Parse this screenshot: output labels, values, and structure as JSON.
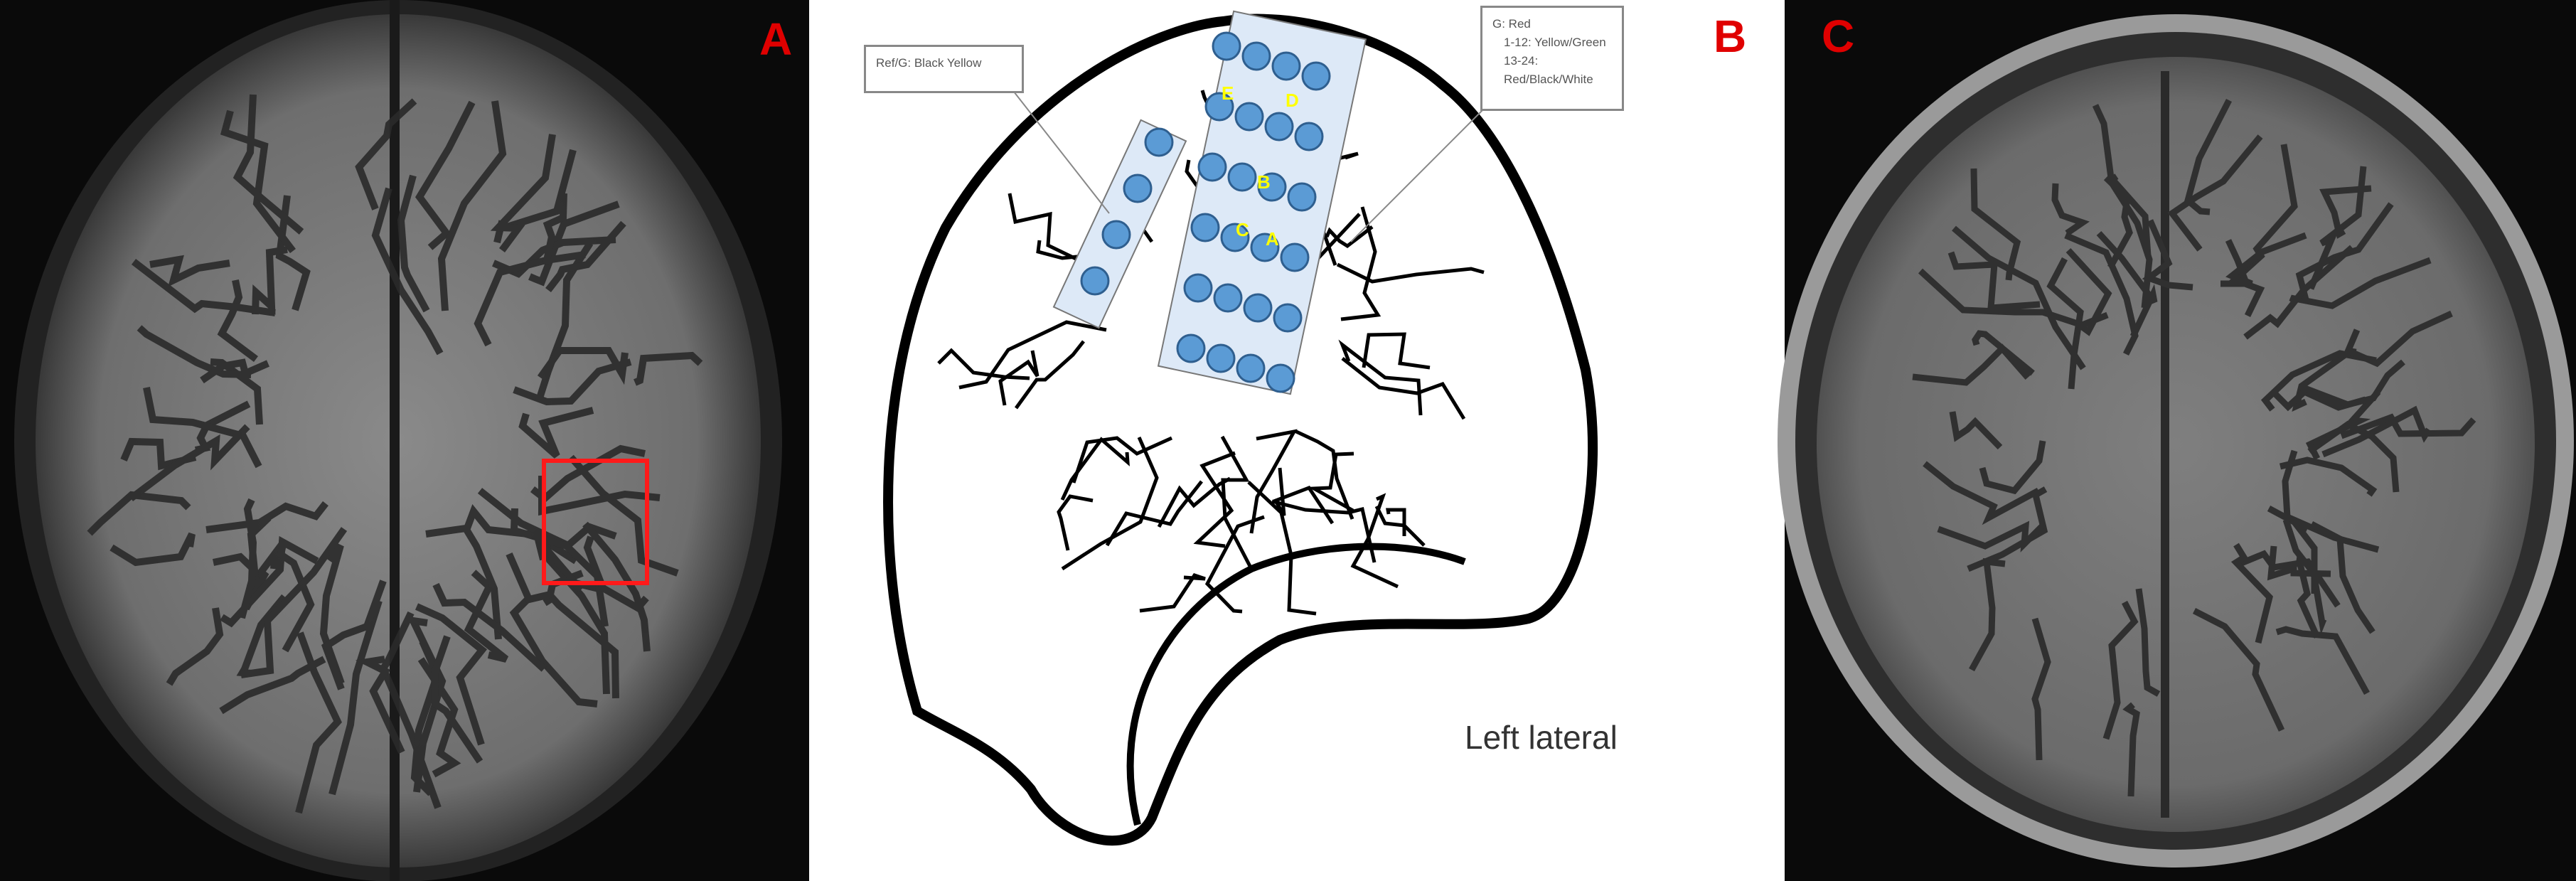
{
  "panels": [
    {
      "label": "A",
      "type": "axial FLAIR MRI"
    },
    {
      "label": "B",
      "type": "electrode diagram"
    },
    {
      "label": "C",
      "type": "axial T1 MRI"
    }
  ],
  "diagram": {
    "ref_callout": "Ref/G: Black Yellow",
    "g_callout_title": "G: Red",
    "g_callout_line1": "1-12: Yellow/Green",
    "g_callout_line2": "13-24: Red/Black/White",
    "view_label": "Left lateral",
    "site_letters": [
      "A",
      "B",
      "C",
      "D",
      "E"
    ]
  },
  "colors": {
    "label_red": "#e00000",
    "electrode_blue": "#5b9bd5",
    "highlight_yellow": "#ffff00",
    "box_red": "#ff1a1a"
  }
}
